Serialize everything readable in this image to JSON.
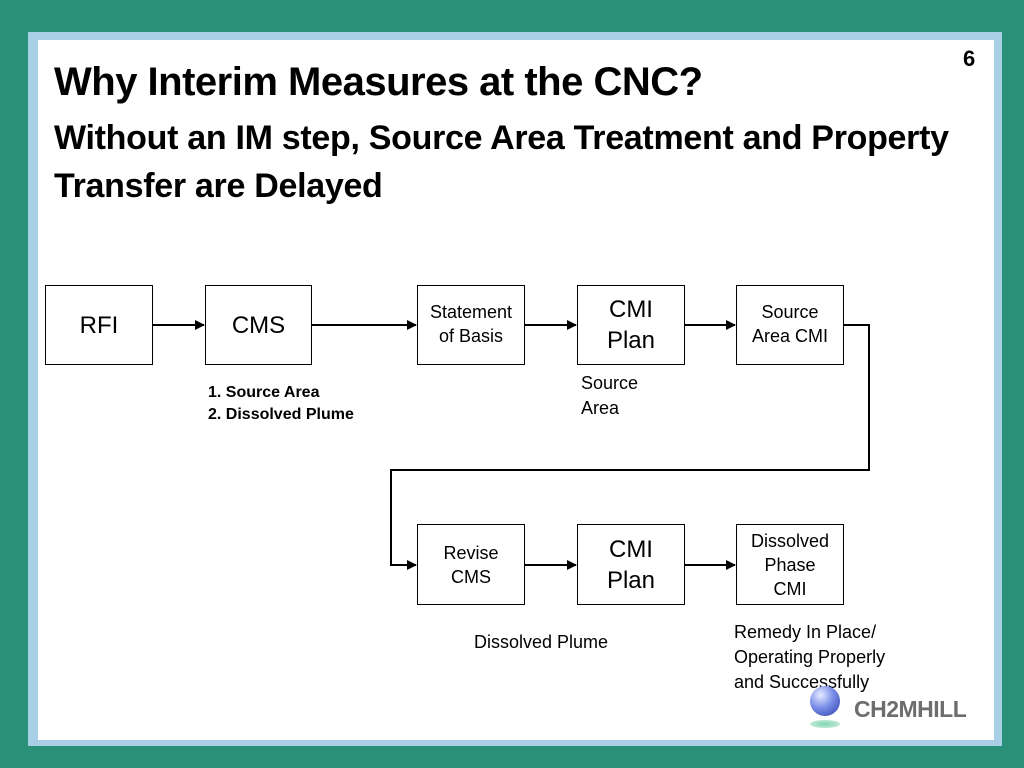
{
  "slide": {
    "page_number": "6",
    "title": "Why Interim Measures at the CNC?",
    "subtitle": "Without an IM step, Source Area Treatment and Property Transfer are Delayed"
  },
  "flow": {
    "boxes": {
      "rfi": [
        "RFI"
      ],
      "cms": [
        "CMS"
      ],
      "statement_of_basis": [
        "Statement",
        "of Basis"
      ],
      "cmi_plan_1": [
        "CMI",
        "Plan"
      ],
      "source_area_cmi": [
        "Source",
        "Area CMI"
      ],
      "revise_cms": [
        "Revise",
        "CMS"
      ],
      "cmi_plan_2": [
        "CMI",
        "Plan"
      ],
      "dissolved_phase_cmi": [
        "Dissolved",
        "Phase",
        "CMI"
      ]
    },
    "notes": {
      "cms_list": [
        "1. Source Area",
        "2. Dissolved Plume"
      ],
      "source_area": [
        "Source",
        "Area"
      ],
      "dissolved_plume": "Dissolved Plume",
      "remedy": [
        "Remedy In Place/",
        "Operating Properly",
        "and Successfully"
      ]
    }
  },
  "logo": {
    "text": "CH2MHILL"
  }
}
